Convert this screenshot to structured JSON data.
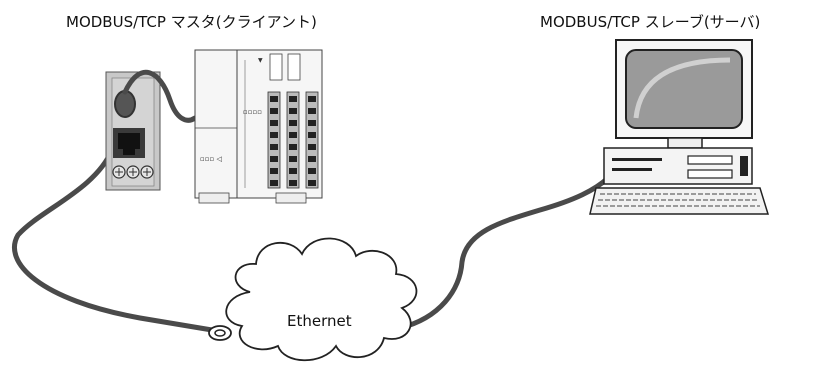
{
  "master_label": "MODBUS/TCP マスタ(クライアント)",
  "slave_label": "MODBUS/TCP スレーブ(サーバ)",
  "network_label": "Ethernet",
  "colors": {
    "cable": "#4a4a4a",
    "panel": "#c8c8c8",
    "device_body": "#f6f6f6",
    "line": "#333333",
    "screen": "#9a9a9a",
    "cloud_stroke": "#222222"
  },
  "icons": [
    "plc-icon",
    "ethernet-port-icon",
    "computer-icon",
    "cloud-icon",
    "cable-connector-icon"
  ]
}
